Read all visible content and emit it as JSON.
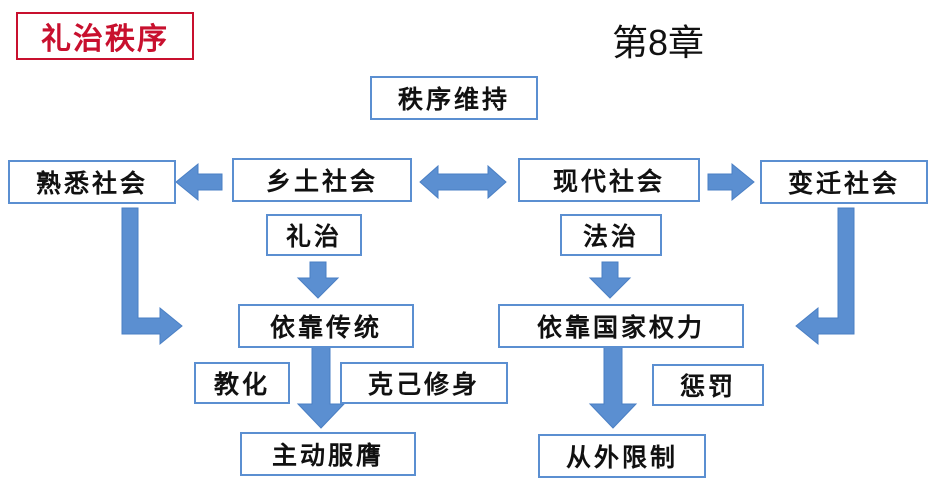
{
  "header": {
    "title": "礼治秩序",
    "chapter": "第8章"
  },
  "nodes": {
    "order_maintenance": "秩序维持",
    "familiar_society": "熟悉社会",
    "rural_society": "乡土社会",
    "modern_society": "现代社会",
    "changing_society": "变迁社会",
    "rule_of_rites": "礼治",
    "rule_of_law": "法治",
    "rely_tradition": "依靠传统",
    "rely_state_power": "依靠国家权力",
    "education": "教化",
    "self_discipline": "克己修身",
    "punishment": "惩罚",
    "voluntary_compliance": "主动服膺",
    "external_restriction": "从外限制"
  },
  "colors": {
    "box_border": "#5b8fd1",
    "arrow_fill": "#5b8fd1",
    "title_red": "#c8102e"
  }
}
